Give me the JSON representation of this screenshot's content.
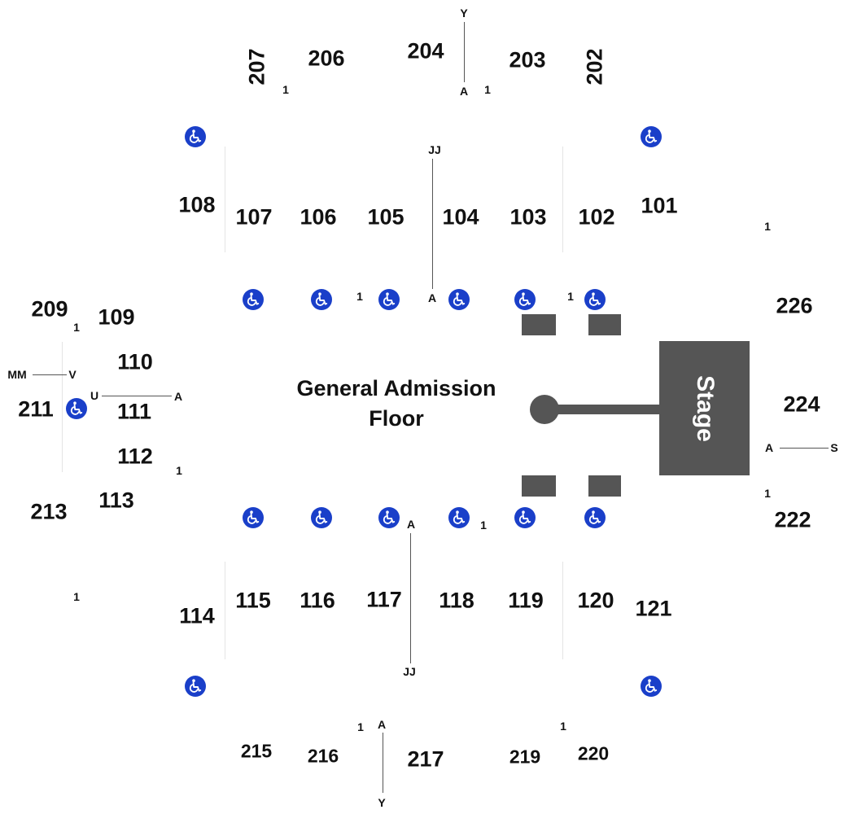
{
  "colors": {
    "stage": "#555555",
    "accessible": "#1a3fc9",
    "text": "#111111",
    "line": "#555555"
  },
  "stage_label": "Stage",
  "floor": {
    "line1": "General Admission",
    "line2": "Floor"
  },
  "sections_upper": {
    "s202": "202",
    "s203": "203",
    "s204": "204",
    "s206": "206",
    "s207": "207",
    "s209": "209",
    "s211": "211",
    "s213": "213",
    "s215": "215",
    "s216": "216",
    "s217": "217",
    "s219": "219",
    "s220": "220",
    "s222": "222",
    "s224": "224",
    "s226": "226"
  },
  "sections_lower": {
    "s101": "101",
    "s102": "102",
    "s103": "103",
    "s104": "104",
    "s105": "105",
    "s106": "106",
    "s107": "107",
    "s108": "108",
    "s109": "109",
    "s110": "110",
    "s111": "111",
    "s112": "112",
    "s113": "113",
    "s114": "114",
    "s115": "115",
    "s116": "116",
    "s117": "117",
    "s118": "118",
    "s119": "119",
    "s120": "120",
    "s121": "121"
  },
  "row_labels": {
    "y": "Y",
    "a": "A",
    "one": "1",
    "jj": "JJ",
    "mm": "MM",
    "v": "V",
    "u": "U",
    "s": "S"
  },
  "icons": {
    "accessible": "wheelchair-accessible-icon"
  }
}
